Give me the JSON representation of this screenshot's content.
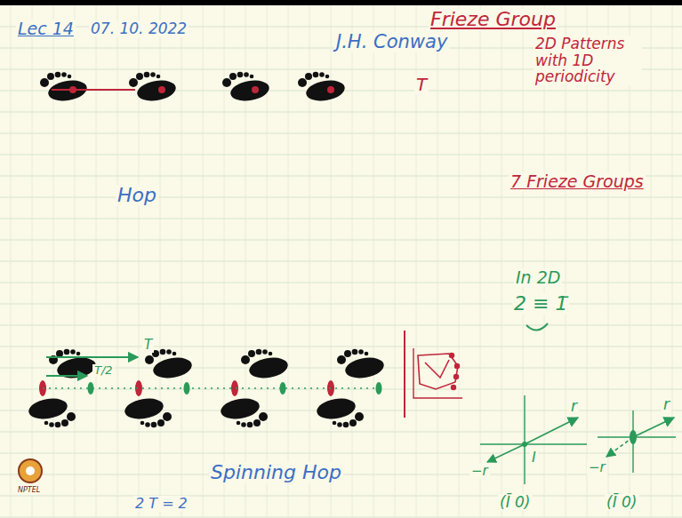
{
  "diagram": {
    "title": "Frieze Group",
    "labels": [
      "Lec 14",
      "07. 10. 2022",
      "J.H. Conway",
      "2D Patterns with 1D periodicity",
      "T",
      "7 Frieze Groups",
      "Hop",
      "In 2D",
      "2 ≡ 1̄",
      "T",
      "T/2",
      "I",
      "r",
      "−r",
      "r",
      "−r",
      "Spinning Hop",
      "NPTEL",
      "2 T = 2",
      "(Ī 0)",
      "(Ī 0)"
    ]
  }
}
